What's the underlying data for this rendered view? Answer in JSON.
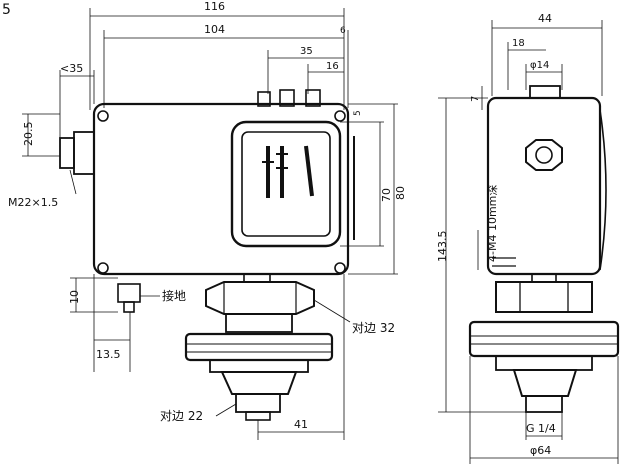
{
  "figure_number": "5",
  "front_view": {
    "dims": {
      "total_width": "116",
      "body_width": "104",
      "top_offset": "6",
      "window_offset": "35",
      "knob_offset": "16",
      "left_fitting": "<35",
      "fitting_height": "20.5",
      "thread": "M22×1.5",
      "corner_offset": "5",
      "window_height": "70",
      "body_height": "80",
      "ground_height": "10",
      "ground_offset": "13.5",
      "bottom_offset": "41"
    },
    "labels": {
      "ground": "接地",
      "across_flats_32": "对边 32",
      "across_flats_22": "对边 22"
    }
  },
  "side_view": {
    "dims": {
      "width": "44",
      "offset_18": "18",
      "bore": "φ14",
      "top_7": "7",
      "total_height": "143.5",
      "mount_holes": "4-M4 10mm深",
      "port_thread": "G 1/4",
      "base_dia": "φ64"
    }
  }
}
